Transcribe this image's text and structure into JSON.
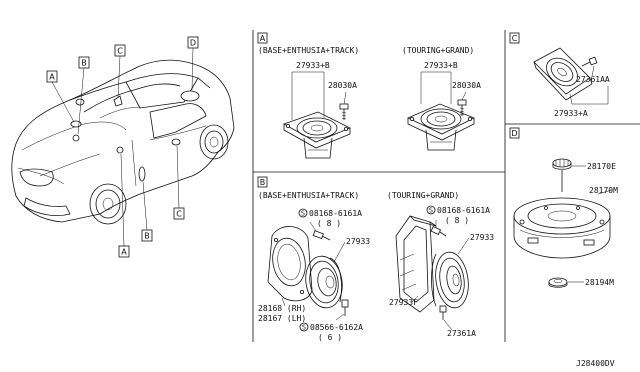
{
  "diagram_code": "J28400DV",
  "car": {
    "tags": [
      "A",
      "B",
      "C",
      "D",
      "A",
      "B",
      "C"
    ]
  },
  "panel_a": {
    "letter": "A",
    "left": {
      "variant": "(BASE+ENTHUSIA+TRACK)",
      "parts": [
        "27933+B",
        "28030A"
      ]
    },
    "right": {
      "variant": "(TOURING+GRAND)",
      "parts": [
        "27933+B",
        "28030A"
      ]
    }
  },
  "panel_b": {
    "letter": "B",
    "left": {
      "variant": "(BASE+ENTHUSIA+TRACK)",
      "bolt_top": "08168-6161A",
      "bolt_top_qty": "( 8 )",
      "speaker": "27933",
      "bracket_rh": "28168 (RH)",
      "bracket_lh": "28167 (LH)",
      "bolt_bottom": "08566-6162A",
      "bolt_bottom_qty": "( 6 )"
    },
    "right": {
      "variant": "(TOURING+GRAND)",
      "bolt_top": "08168-6161A",
      "bolt_top_qty": "( 8 )",
      "speaker": "27933",
      "enclosure": "27933F",
      "spacer": "27361A"
    }
  },
  "panel_c": {
    "letter": "C",
    "parts": [
      "27361AA",
      "27933+A"
    ]
  },
  "panel_d": {
    "letter": "D",
    "parts": [
      "28170E",
      "28170M",
      "28194M"
    ]
  }
}
